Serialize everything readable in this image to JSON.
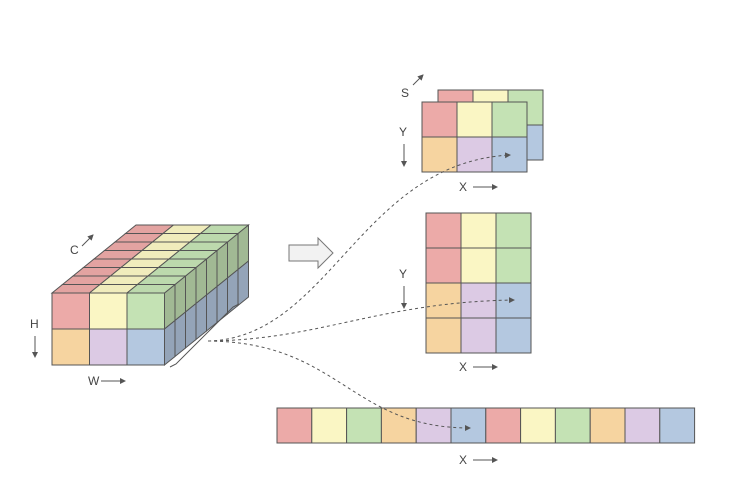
{
  "colors": {
    "red": "#ecaaa8",
    "yellow": "#faf6c4",
    "green": "#c4e2b4",
    "orange": "#f6d4a0",
    "purple": "#dccae4",
    "blue": "#b4c8e0"
  },
  "cube": {
    "axis_c": "C",
    "axis_h": "H",
    "axis_w": "W"
  },
  "stacked_planes": {
    "axis_s": "S",
    "axis_y": "Y",
    "axis_x": "X"
  },
  "tall_grid": {
    "axis_y": "Y",
    "axis_x": "X"
  },
  "flat_row": {
    "axis_x": "X"
  }
}
